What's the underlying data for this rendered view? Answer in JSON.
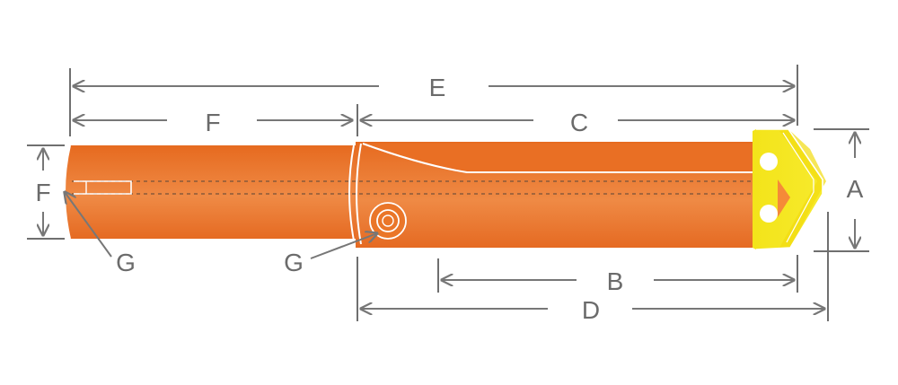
{
  "title": "",
  "labels": {
    "E": "E",
    "F_top": "F",
    "C": "C",
    "A": "A",
    "F_side": "F",
    "G_left": "G",
    "G_mid": "G",
    "B": "B",
    "D": "D"
  },
  "colors": {
    "body": "#ea7428",
    "body_light": "#f08a45",
    "insert": "#f5e61a",
    "dimension": "#777777",
    "text": "#6b6b6b",
    "outline": "#ffffff"
  },
  "icons": {
    "tool": "boring-bar-icon",
    "insert": "cutting-insert-icon"
  }
}
